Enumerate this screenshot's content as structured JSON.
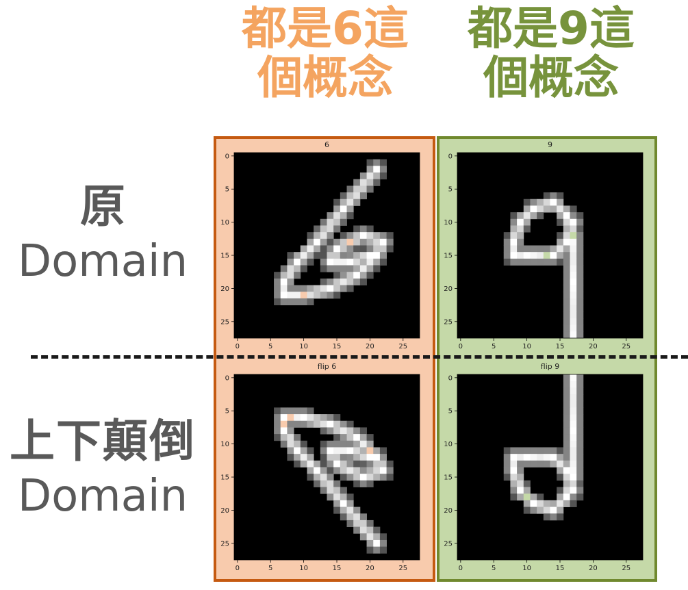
{
  "headers": {
    "six": {
      "line1": "都是6這",
      "line2": "個概念",
      "color": "#F4A460"
    },
    "nine": {
      "line1": "都是9這",
      "line2": "個概念",
      "color": "#77933C"
    }
  },
  "rows": {
    "original": {
      "line1": "原",
      "line2": "Domain"
    },
    "flipped": {
      "line1": "上下顛倒",
      "line2": "Domain"
    }
  },
  "colors": {
    "orange_fill": "#F8CBAD",
    "orange_border": "#C55A11",
    "green_fill": "#C5D9A8",
    "green_border": "#70892E",
    "text_gray": "#595959"
  },
  "plots": {
    "six_original": {
      "title": "6"
    },
    "nine_original": {
      "title": "9"
    },
    "six_flipped": {
      "title": "flip 6"
    },
    "nine_flipped": {
      "title": "flip 9"
    }
  },
  "axis": {
    "y_ticks": [
      "0",
      "5",
      "10",
      "15",
      "20",
      "25"
    ],
    "x_ticks": [
      "0",
      "5",
      "10",
      "15",
      "20",
      "25"
    ]
  }
}
